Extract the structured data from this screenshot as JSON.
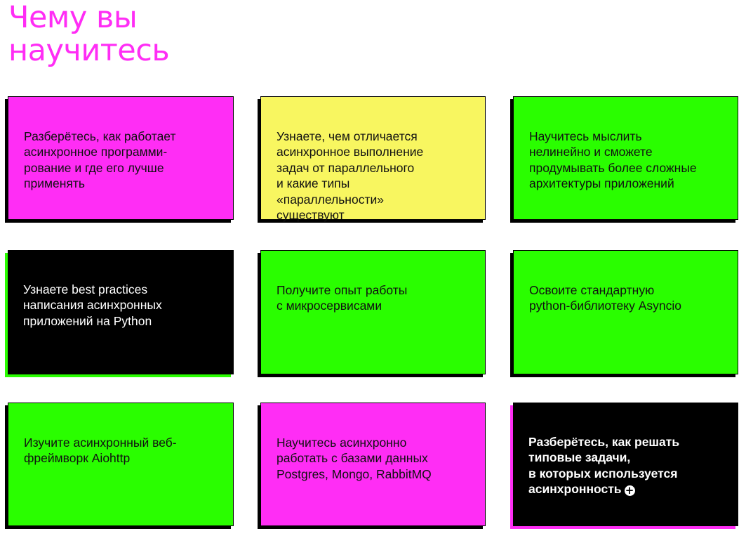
{
  "title": "Чему вы\nнаучитесь",
  "colors": {
    "title": "#ff2df5",
    "magenta": "#ff2df5",
    "yellow": "#f8f660",
    "green": "#2afe00",
    "black": "#000000"
  },
  "cards": [
    {
      "text": "Разберётесь, как работает\nасинхронное программи-\nрование и где его лучше\nприменять",
      "bg": "#ff2df5",
      "shadow": "#000000"
    },
    {
      "text": "Узнаете, чем отличается\nасинхронное выполнение\nзадач от параллельного\nи какие типы\n«параллельности»\nсуществуют",
      "bg": "#f8f660",
      "shadow": "#000000"
    },
    {
      "text": "Научитесь мыслить\nнелинейно и сможете\nпродумывать более сложные\nархитектуры приложений",
      "bg": "#2afe00",
      "shadow": "#000000"
    },
    {
      "text": "Узнаете best practices\nнаписания асинхронных\nприложений на Python",
      "bg": "#000000",
      "shadow": "#2afe00"
    },
    {
      "text": "Получите опыт работы\nс микросервисами",
      "bg": "#2afe00",
      "shadow": "#000000"
    },
    {
      "text": "Освоите стандартную\npython-библиотеку Asyncio",
      "bg": "#2afe00",
      "shadow": "#000000"
    },
    {
      "text": "Изучите асинхронный веб-\nфреймворк Aiohttp",
      "bg": "#2afe00",
      "shadow": "#000000"
    },
    {
      "text": "Научитесь асинхронно\nработать с базами данных\nPostgres, Mongo, RabbitMQ",
      "bg": "#ff2df5",
      "shadow": "#000000"
    },
    {
      "text": "Разберётесь, как решать\nтиповые задачи,\nв которых используется\nасинхронность",
      "bg": "#000000",
      "shadow": "#ff2df5",
      "expand_icon": "plus-circle-icon"
    }
  ]
}
